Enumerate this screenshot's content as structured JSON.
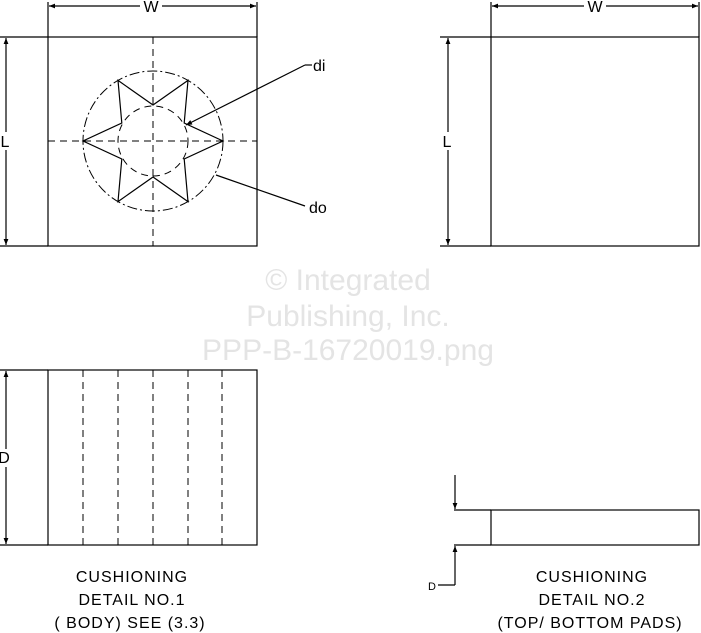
{
  "labels": {
    "w": "W",
    "l": "L",
    "d": "D",
    "di": "di",
    "do": "do"
  },
  "watermark": [
    "© Integrated",
    "Publishing, Inc.",
    "PPP-B-16720019.png"
  ],
  "captions": {
    "detail1": [
      "CUSHIONING",
      "DETAIL NO.1",
      "( BODY)  SEE (3.3)"
    ],
    "detail2": [
      "CUSHIONING",
      "DETAIL NO.2",
      "(TOP/ BOTTOM PADS)"
    ]
  }
}
